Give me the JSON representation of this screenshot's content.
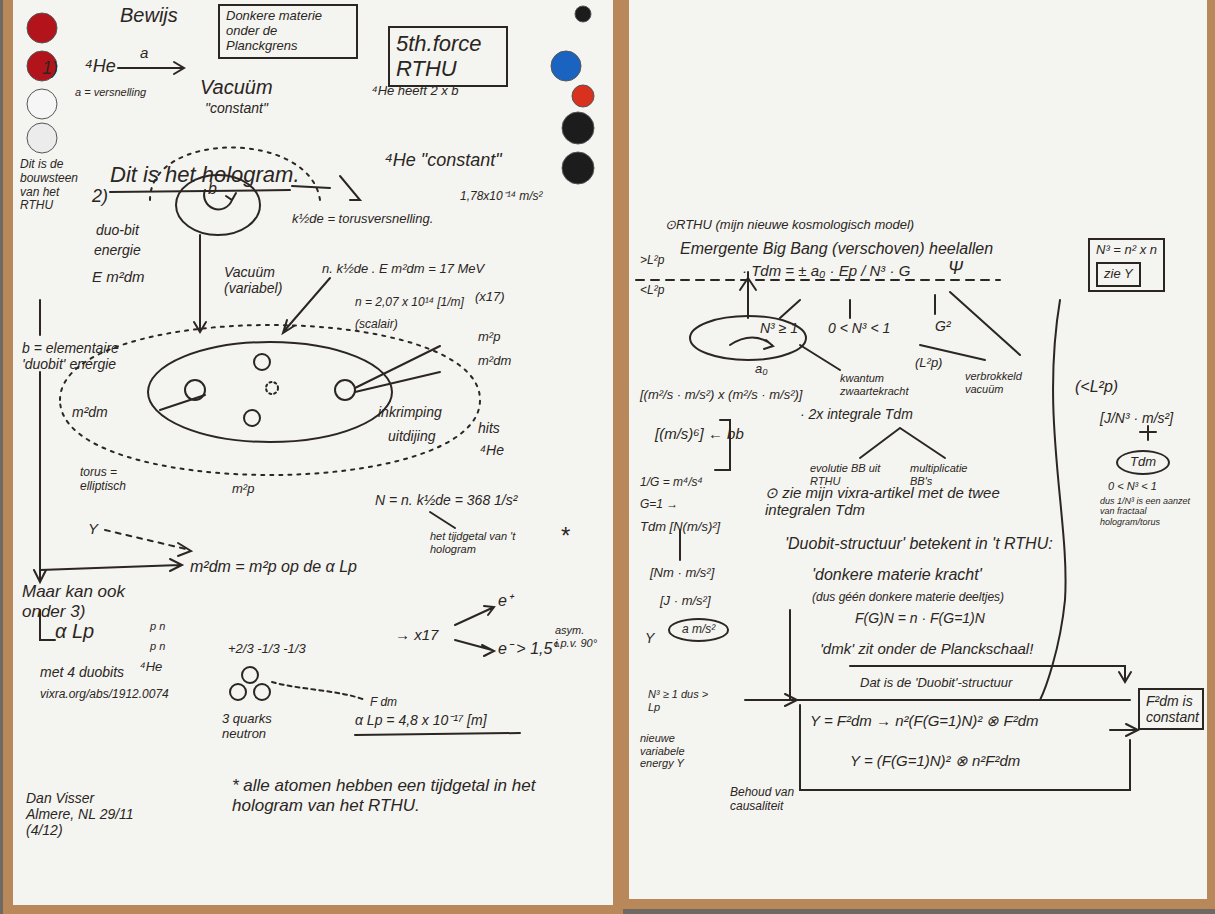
{
  "diagram": {
    "nodes": [
      {
        "text": [
          "Donkere materie onder de Planckgrens"
        ]
      },
      {
        "text": [
          "5th.force RTHU"
        ]
      },
      {
        "text": [
          "N³ = n² x n"
        ]
      },
      {
        "text": [
          "zie Y"
        ],
        "in": 2
      },
      {
        "text": [
          "F²dm is constant"
        ]
      },
      {
        "text": [
          "Tdm"
        ]
      },
      {
        "text": [
          "a m/s²"
        ]
      }
    ],
    "labels": [
      "Bewijs",
      "1)",
      "⁴He",
      "a",
      "a = versnelling",
      "Vacuüm",
      "\"constant\"",
      "⁴He heeft 2 x b",
      "Dit is de bouwsteen van het RTHU",
      "2)",
      "Dit is het hologram.",
      "⁴He \"constant\"",
      "1,78x10⁻¹⁴ m/s²",
      "k½de = torusversnelling.",
      "duo-bit",
      "energie",
      "E m²dm",
      "b",
      "Vacuüm (variabel)",
      "n. k½de . E m²dm = 17 MeV",
      "(x17)",
      "n = 2,07 x 10¹⁴ [1/m]",
      "(scalair)",
      "b = elementaire 'duobit' energie",
      "m²p",
      "m²dm",
      "hits",
      "⁴He",
      "inkrimping",
      "uitdijing",
      "m²dm",
      "torus = elliptisch",
      "m²p",
      "Y",
      "N = n. k½de = 368 1/s²",
      "het tijdgetal van 't hologram",
      "*",
      "m²dm = m²p op de α Lp",
      "Maar kan ook onder 3)",
      "α Lp",
      "met 4 duobits",
      "vixra.org/abs/1912.0074",
      "p n",
      "p n",
      "⁴He",
      "+2/3 -1/3 -1/3",
      "3 quarks neutron",
      "F dm",
      "→ x17",
      "e⁺",
      "e⁻ > 1,5°",
      "asym. i.p.v. 90°",
      "α Lp = 4,8 x 10⁻¹⁷ [m]",
      "Dan Visser Almere, NL 29/11 (4/12)",
      "* alle atomen hebben een tijdgetal in het hologram van het RTHU.",
      "⊙RTHU (mijn nieuwe kosmologisch model)",
      "Emergente Big Bang (verschoven) heelallen",
      "· Tdm = ± a₀ · Ep / N³ · G",
      "Ψ",
      ">L²p",
      "<L²p",
      "N³ ≥ 1",
      "0 < N³ < 1",
      "G²",
      "a₀",
      "kwantum zwaartekracht",
      "(L²p)",
      "verbrokkeld vacuüm",
      "(<L²p)",
      "[(m²/s · m/s²) x (m²/s · m/s²)]",
      "[(m/s)⁶] ← bb",
      "· 2x integrale Tdm",
      "evolutie BB uit RTHU",
      "multiplicatie BB's",
      "[J/N³ · m/s²]",
      "0 < N³ < 1",
      "dus 1/N³ is een aanzet van fractaal hologram/torus",
      "1/G = m⁴/s⁴",
      "G=1 →",
      "Tdm [N(m/s)²]",
      "[Nm · m/s²]",
      "[J · m/s²]",
      "⊙ zie mijn vixra-artikel met de twee integralen Tdm",
      "'Duobit-structuur' betekent in 't RTHU:",
      "'donkere materie kracht'",
      "(dus géén donkere materie deeltjes)",
      "F(G)N = n · F(G=1)N",
      "'dmk' zit onder de Planckschaal!",
      "Dat is de 'Duobit'-structuur",
      "Y",
      "N³ ≥ 1 dus > Lp",
      "nieuwe variabele energy Y",
      "Y = F²dm → n²(F(G=1)N)² ⊗ F²dm",
      "Y = (F(G=1)N)² ⊗ n²F²dm",
      "Behoud van causaliteit"
    ]
  }
}
